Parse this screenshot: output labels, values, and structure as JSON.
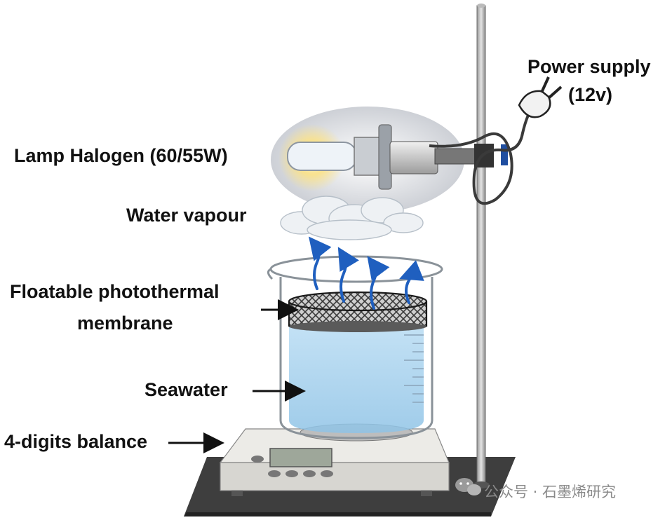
{
  "labels": {
    "power_supply_line1": "Power supply",
    "power_supply_line2": "(12v)",
    "lamp": "Lamp Halogen (60/55W)",
    "vapour": "Water vapour",
    "membrane_line1": "Floatable photothermal",
    "membrane_line2": "membrane",
    "seawater": "Seawater",
    "balance": "4-digits balance"
  },
  "watermark": {
    "text": "公众号 · 石墨烯研究",
    "icon": "wechat-icon"
  },
  "colors": {
    "water": "#a9d2ee",
    "arrow_blue": "#1f5fbf",
    "stand": "#4a4a4a",
    "label_text": "#111111"
  }
}
